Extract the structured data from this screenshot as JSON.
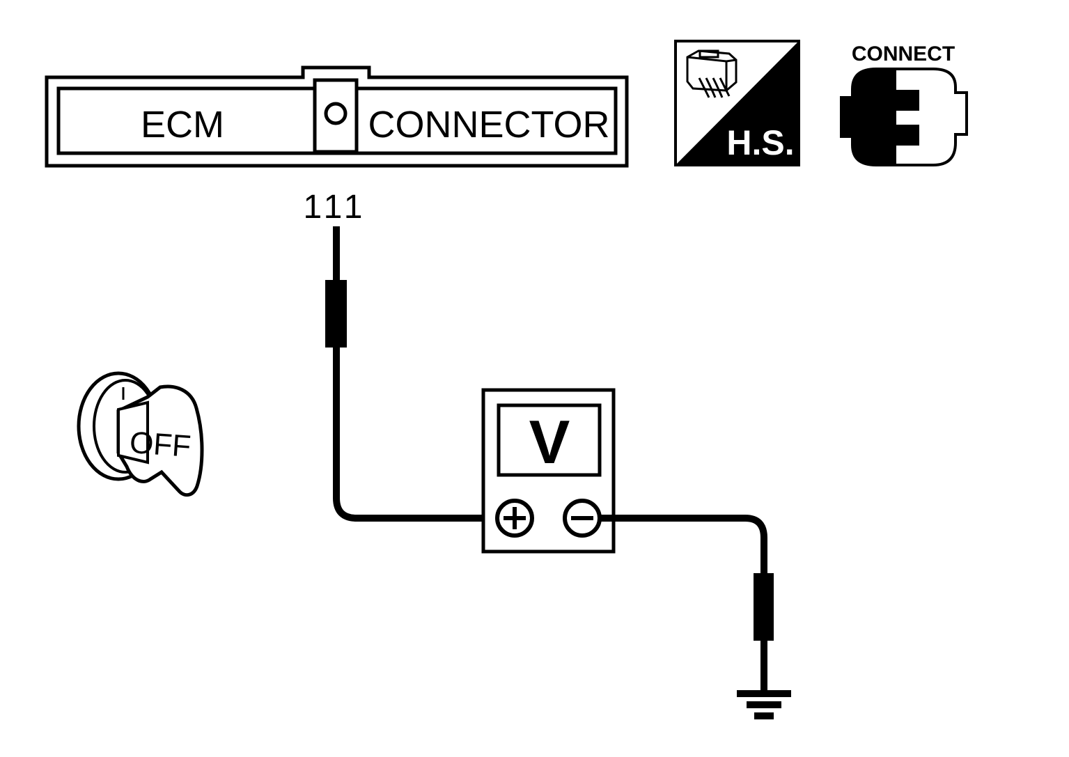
{
  "connector": {
    "left_label": "ECM",
    "right_label": "CONNECTOR",
    "terminal": "111"
  },
  "harness_icon": {
    "label": "H.S.",
    "icon": "harness-side-icon"
  },
  "connect_icon": {
    "label": "CONNECT",
    "icon": "connector-connect-icon"
  },
  "ignition": {
    "label": "OFF",
    "icon": "ignition-key-icon"
  },
  "meter": {
    "label": "V",
    "positive_symbol": "⊕",
    "negative_symbol": "⊖"
  },
  "ground": {
    "icon": "ground-icon"
  },
  "colors": {
    "ink": "#000000",
    "paper": "#ffffff"
  }
}
